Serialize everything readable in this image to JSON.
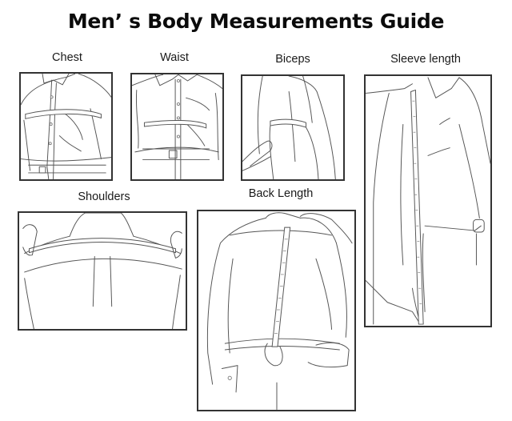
{
  "title": "Men’ s Body Measurements Guide",
  "panels": [
    {
      "id": "chest",
      "label": "Chest",
      "measurement": "horizontal tape around chest"
    },
    {
      "id": "waist",
      "label": "Waist",
      "measurement": "horizontal tape around waist"
    },
    {
      "id": "biceps",
      "label": "Biceps",
      "measurement": "tape around upper arm"
    },
    {
      "id": "sleeve_length",
      "label": "Sleeve length",
      "measurement": "vertical tape from shoulder to wrist"
    },
    {
      "id": "shoulders",
      "label": "Shoulders",
      "measurement": "tape across back shoulders"
    },
    {
      "id": "back_length",
      "label": "Back Length",
      "measurement": "vertical tape from collar to waist"
    }
  ],
  "colors": {
    "background": "#ffffff",
    "title_text": "#0b0b0b",
    "panel_border": "#333333",
    "line_art": "#555555"
  }
}
